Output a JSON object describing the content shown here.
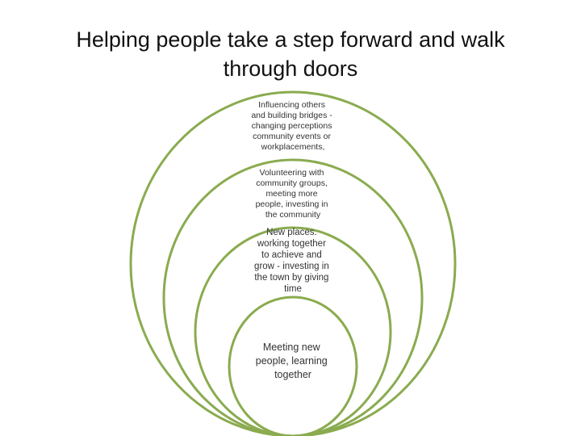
{
  "slide": {
    "title_line1": "Helping people take a step forward and walk",
    "title_line2": "through doors"
  },
  "colors": {
    "ring_stroke": "#8aab4f",
    "text": "#333333",
    "background": "#ffffff"
  },
  "diagram": {
    "rings": [
      {
        "id": "outer",
        "lines": [
          "Influencing others",
          "and building bridges -",
          "changing perceptions",
          "community events or",
          "workplacements,"
        ]
      },
      {
        "id": "second",
        "lines": [
          "Volunteering with",
          "community groups,",
          "meeting more",
          "people, investing in",
          "the community"
        ]
      },
      {
        "id": "third",
        "lines": [
          "New places.",
          "working together",
          "to achieve and",
          "grow - investing in",
          "the town by giving",
          "time"
        ]
      },
      {
        "id": "inner",
        "lines": [
          "Meeting new",
          "people, learning",
          "together"
        ]
      }
    ]
  }
}
